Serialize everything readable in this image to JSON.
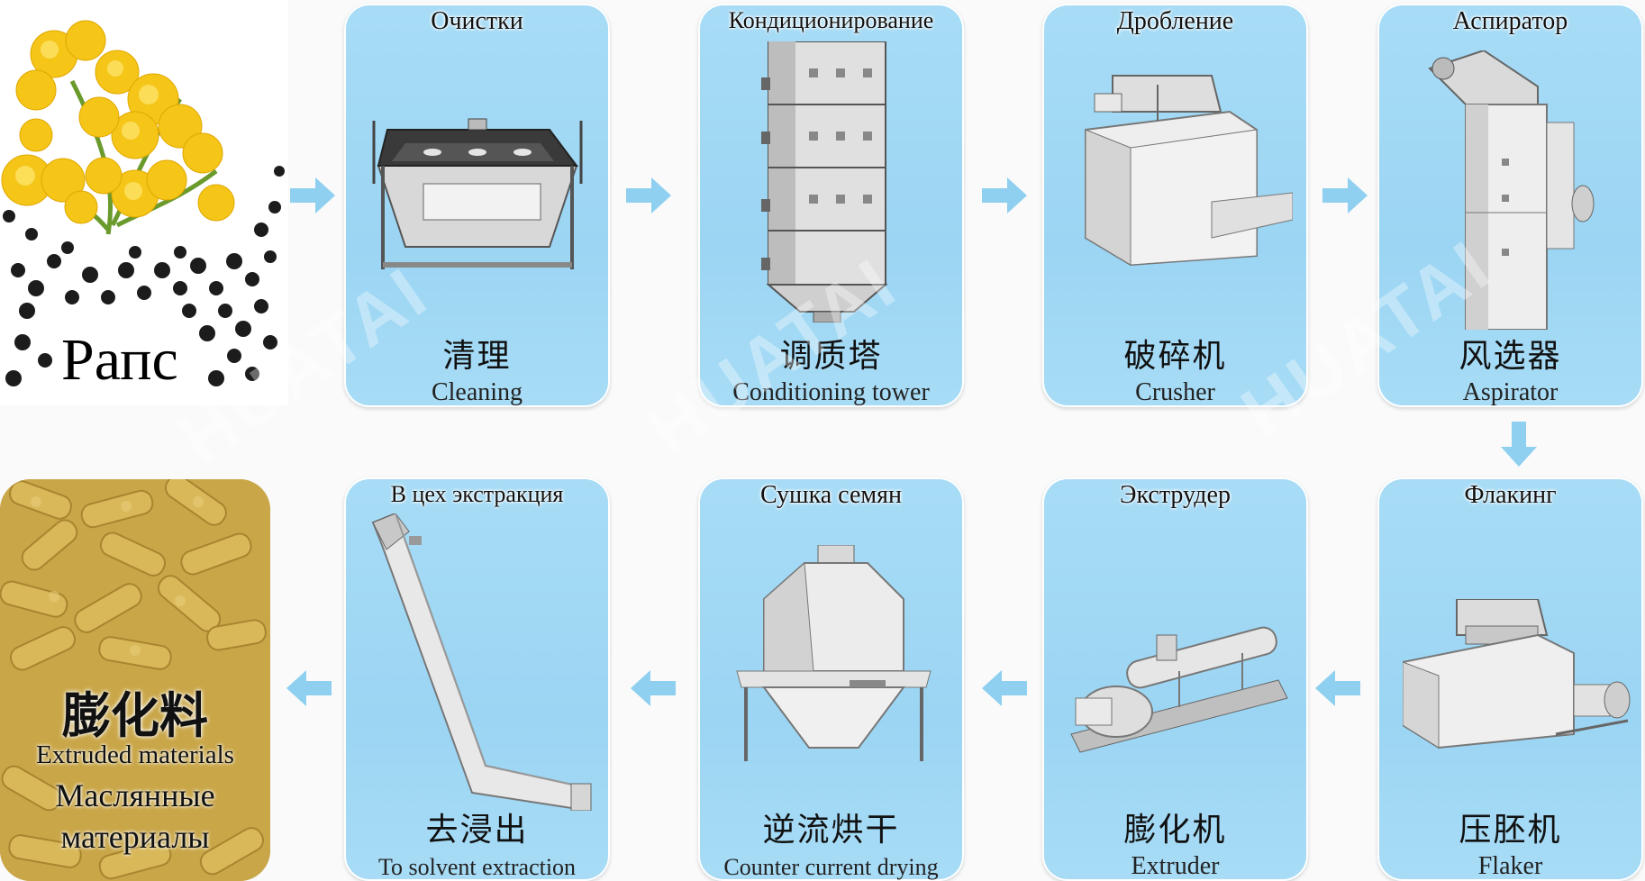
{
  "raw_material": {
    "label": "Рапс"
  },
  "product": {
    "cn": "膨化料",
    "en": "Extruded materials",
    "ru_line1": "Маслянные",
    "ru_line2": "материалы"
  },
  "watermark_text": "HUATAI",
  "steps": [
    {
      "ru": "Очистки",
      "cn": "清理",
      "en": "Cleaning"
    },
    {
      "ru": "Кондиционирование",
      "cn": "调质塔",
      "en": "Conditioning tower"
    },
    {
      "ru": "Дробление",
      "cn": "破碎机",
      "en": "Crusher"
    },
    {
      "ru": "Аспиратор",
      "cn": "风选器",
      "en": "Aspirator"
    },
    {
      "ru": "Флакинг",
      "cn": "压胚机",
      "en": "Flaker"
    },
    {
      "ru": "Экструдер",
      "cn": "膨化机",
      "en": "Extruder"
    },
    {
      "ru": "Сушка семян",
      "cn": "逆流烘干",
      "en": "Counter current drying"
    },
    {
      "ru": "В цех экстракция",
      "cn": "去浸出",
      "en": "To solvent extraction"
    }
  ],
  "colors": {
    "card": "#9bd5f3",
    "arrow": "#8fd0f0",
    "flower": "#f5c518",
    "seed": "#1a1a1a",
    "pellet": "#c9a648"
  }
}
